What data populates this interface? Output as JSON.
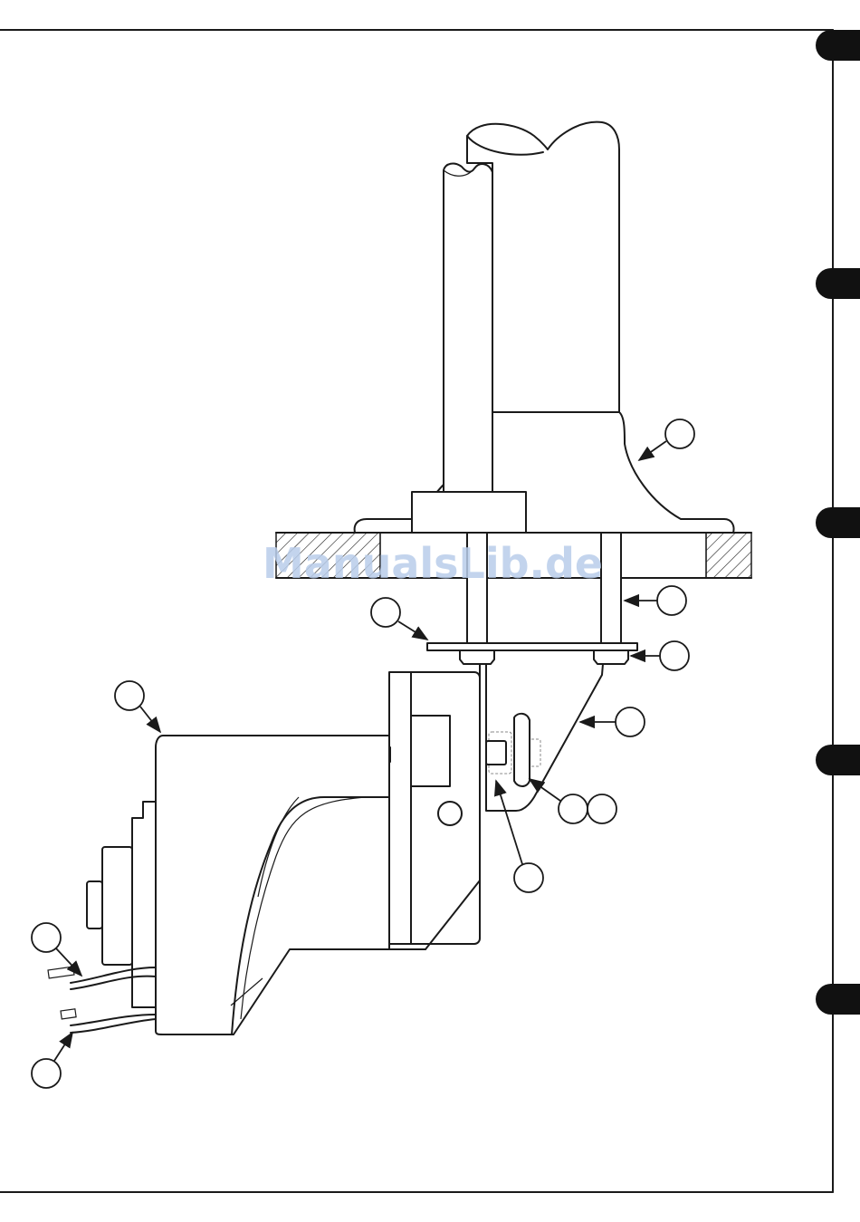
{
  "watermark": {
    "text": "ManualsLib.de"
  },
  "page_tabs": {
    "count": 5,
    "color": "#111111"
  },
  "callouts": {
    "count": 11,
    "labels_visible": false
  }
}
